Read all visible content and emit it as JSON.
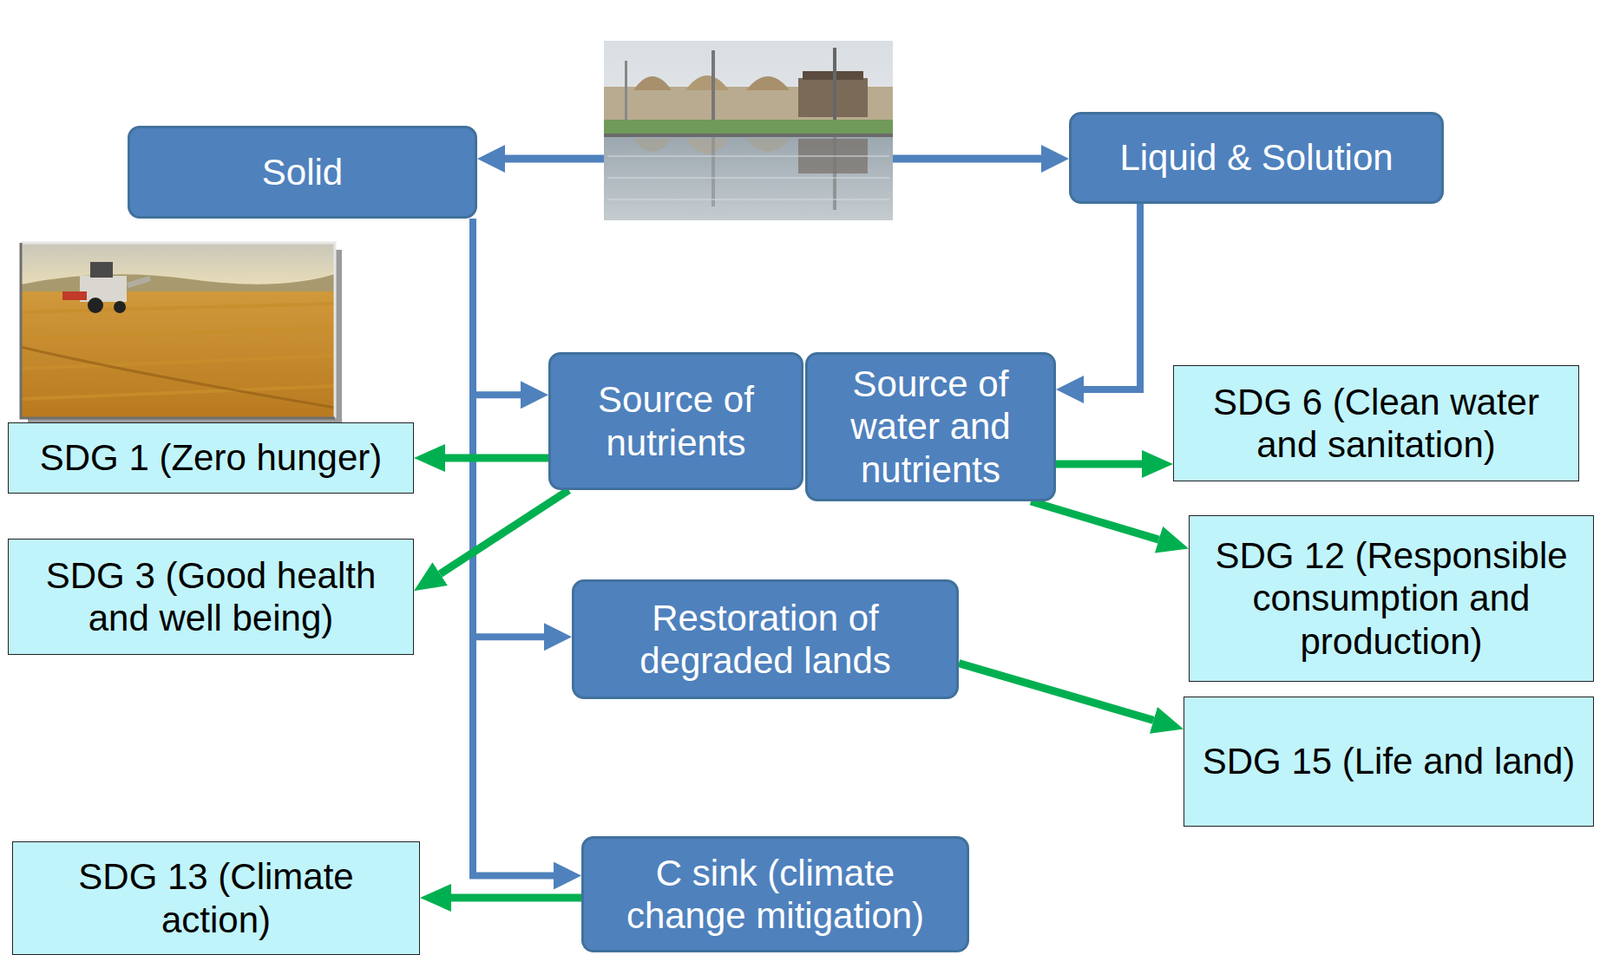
{
  "diagram": {
    "nodes": [
      {
        "text": [
          "Solid"
        ]
      },
      {
        "text": [
          "Liquid & Solution"
        ]
      },
      {
        "text": [
          "Source of nutrients"
        ]
      },
      {
        "text": [
          "Source of water and nutrients"
        ]
      },
      {
        "text": [
          "SDG 6 (Clean water and sanitation)"
        ]
      },
      {
        "text": [
          "SDG 1 (Zero hunger)"
        ]
      },
      {
        "text": [
          "SDG 12 (Responsible consumption and production)"
        ]
      },
      {
        "text": [
          "SDG 3 (Good health and well being)"
        ]
      },
      {
        "text": [
          "Restoration of degraded lands"
        ]
      },
      {
        "text": [
          "SDG 15 (Life and land)"
        ]
      },
      {
        "text": [
          "SDG 13 (Climate action)"
        ]
      },
      {
        "text": [
          "C sink (climate change mitigation)"
        ]
      }
    ],
    "edges": [
      {
        "from": 0,
        "to": 2,
        "arrow": "to"
      },
      {
        "from": 0,
        "to": 8,
        "arrow": "to"
      },
      {
        "from": 0,
        "to": 11,
        "arrow": "to"
      },
      {
        "from": 1,
        "to": 3,
        "arrow": "to"
      },
      {
        "from": 2,
        "to": 5,
        "arrow": "to"
      },
      {
        "from": 2,
        "to": 7,
        "arrow": "to"
      },
      {
        "from": 3,
        "to": 4,
        "arrow": "to"
      },
      {
        "from": 3,
        "to": 6,
        "arrow": "to"
      },
      {
        "from": 8,
        "to": 9,
        "arrow": "to"
      },
      {
        "from": 11,
        "to": 10,
        "arrow": "to"
      }
    ]
  }
}
